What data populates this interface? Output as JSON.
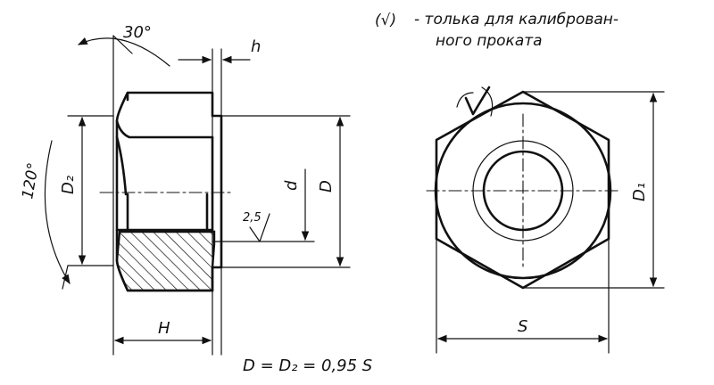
{
  "note": {
    "symbol": "(√)",
    "line1": "- толька для калиброван-",
    "line2": "ного проката"
  },
  "labels": {
    "angle_chamfer": "30°",
    "angle_hex": "120°",
    "h": "h",
    "D2": "D₂",
    "d": "d",
    "D": "D",
    "roughness": "2,5",
    "H": "H",
    "D1": "D₁",
    "S": "S",
    "formula": "D = D₂ = 0,95 S"
  }
}
